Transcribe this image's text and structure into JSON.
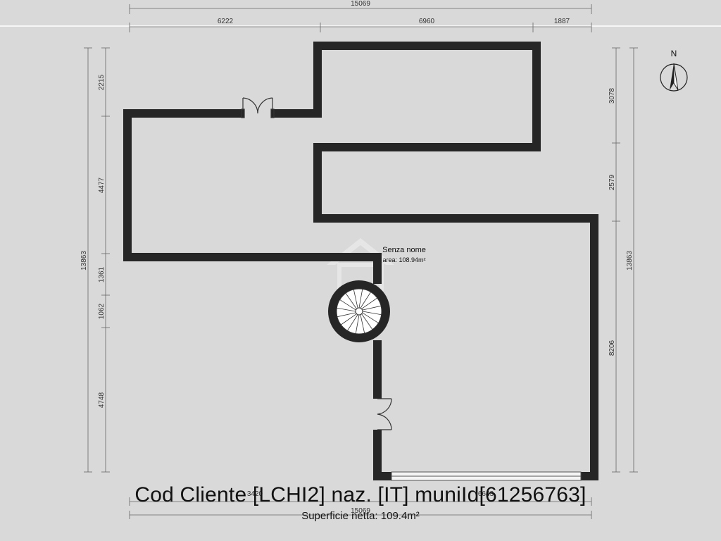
{
  "plan": {
    "room_name": "Senza nome",
    "room_area": "area: 108.94m²",
    "north_label": "N",
    "dims_top": {
      "total": "15069",
      "seg1": "6222",
      "seg2": "6960",
      "seg3": "1887"
    },
    "dims_bottom": {
      "total": "15069",
      "seg1": "3420",
      "seg2": "6643"
    },
    "dims_left": {
      "total": "13863",
      "seg1": "2215",
      "seg2": "4477",
      "seg3": "1361",
      "seg4": "1062",
      "seg5": "4748"
    },
    "dims_right": {
      "total": "13863",
      "seg1": "3078",
      "seg2": "2579",
      "seg3": "8206"
    }
  },
  "footer": {
    "title": "Cod Cliente [LCHI2] naz. [IT] muniId[61256763]",
    "area": "Superficie netta:  109.4m²"
  }
}
